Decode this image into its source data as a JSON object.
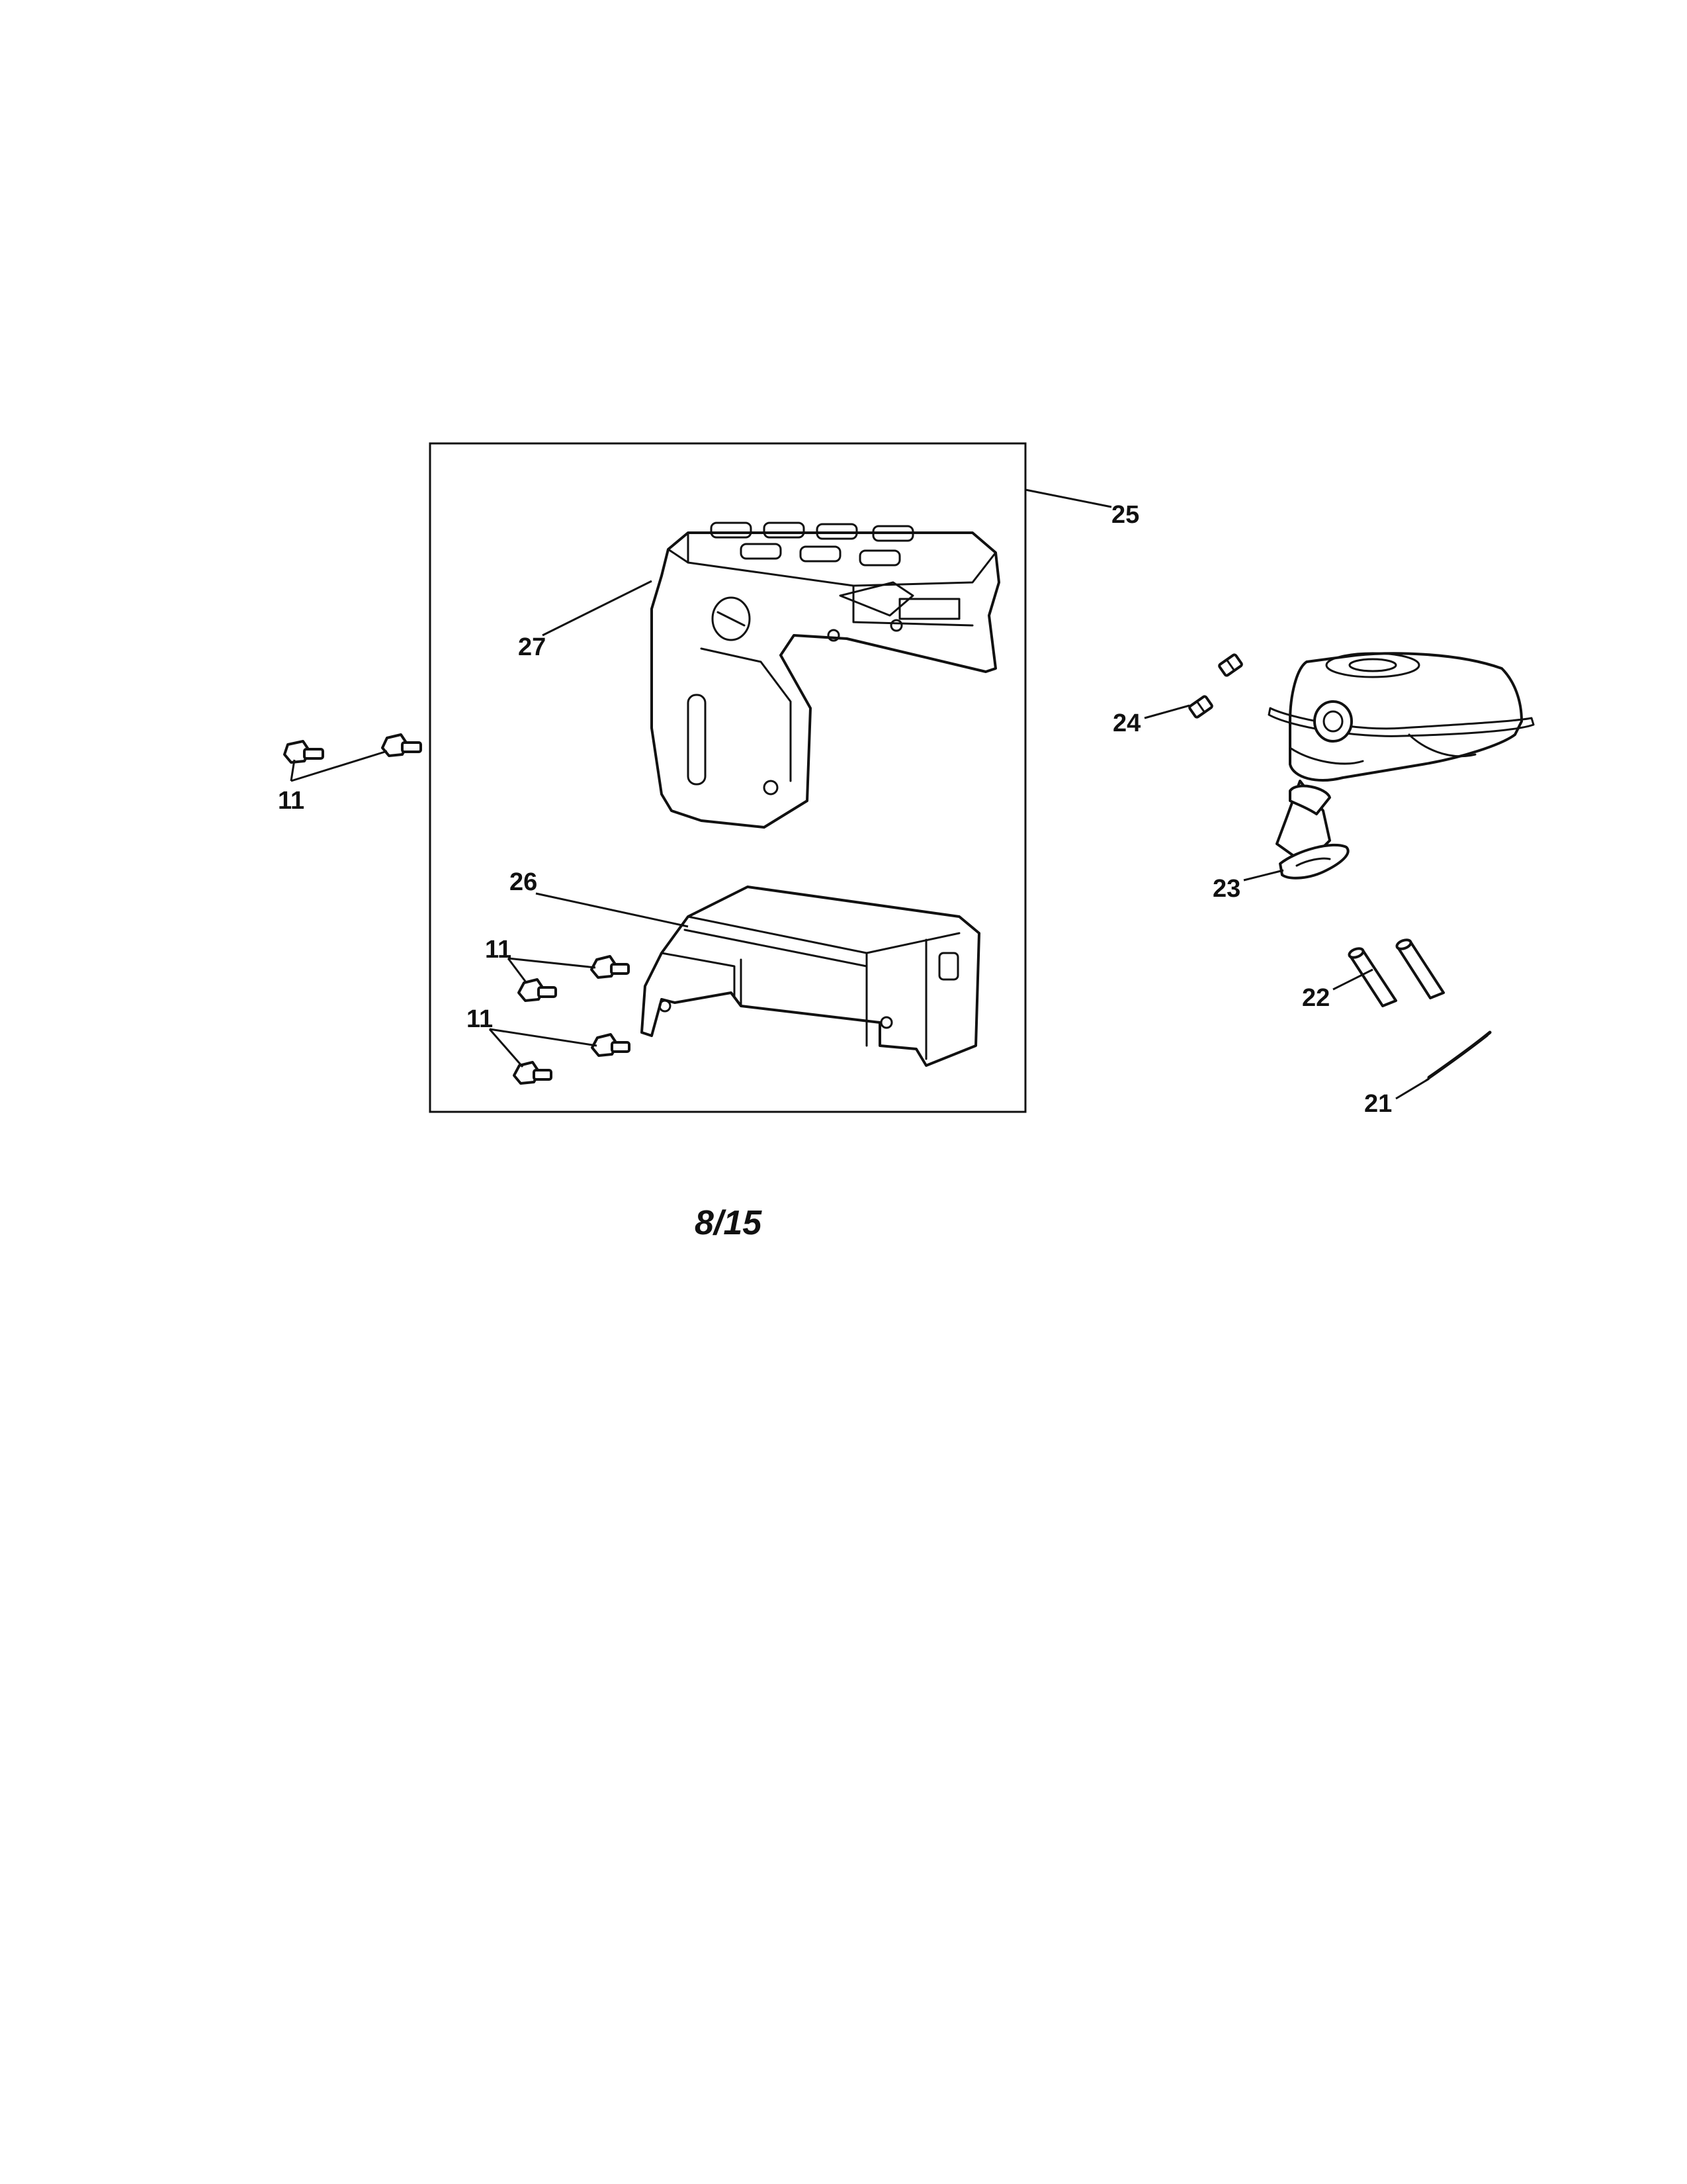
{
  "callouts": {
    "c25": "25",
    "c27": "27",
    "c26": "26",
    "c24": "24",
    "c23": "23",
    "c22": "22",
    "c21": "21",
    "c11_left": "11",
    "c11_mid1": "11",
    "c11_mid2": "11"
  },
  "page_label": "8/15",
  "parts": {
    "bolt": "bolt-icon",
    "upper_shield": "upper-heat-shield",
    "lower_shield": "lower-heat-shield",
    "muffler": "muffler",
    "gasket": "muffler-gasket",
    "nut": "nut-icon",
    "stud": "stud-icon",
    "spring_pin": "pin-icon"
  }
}
